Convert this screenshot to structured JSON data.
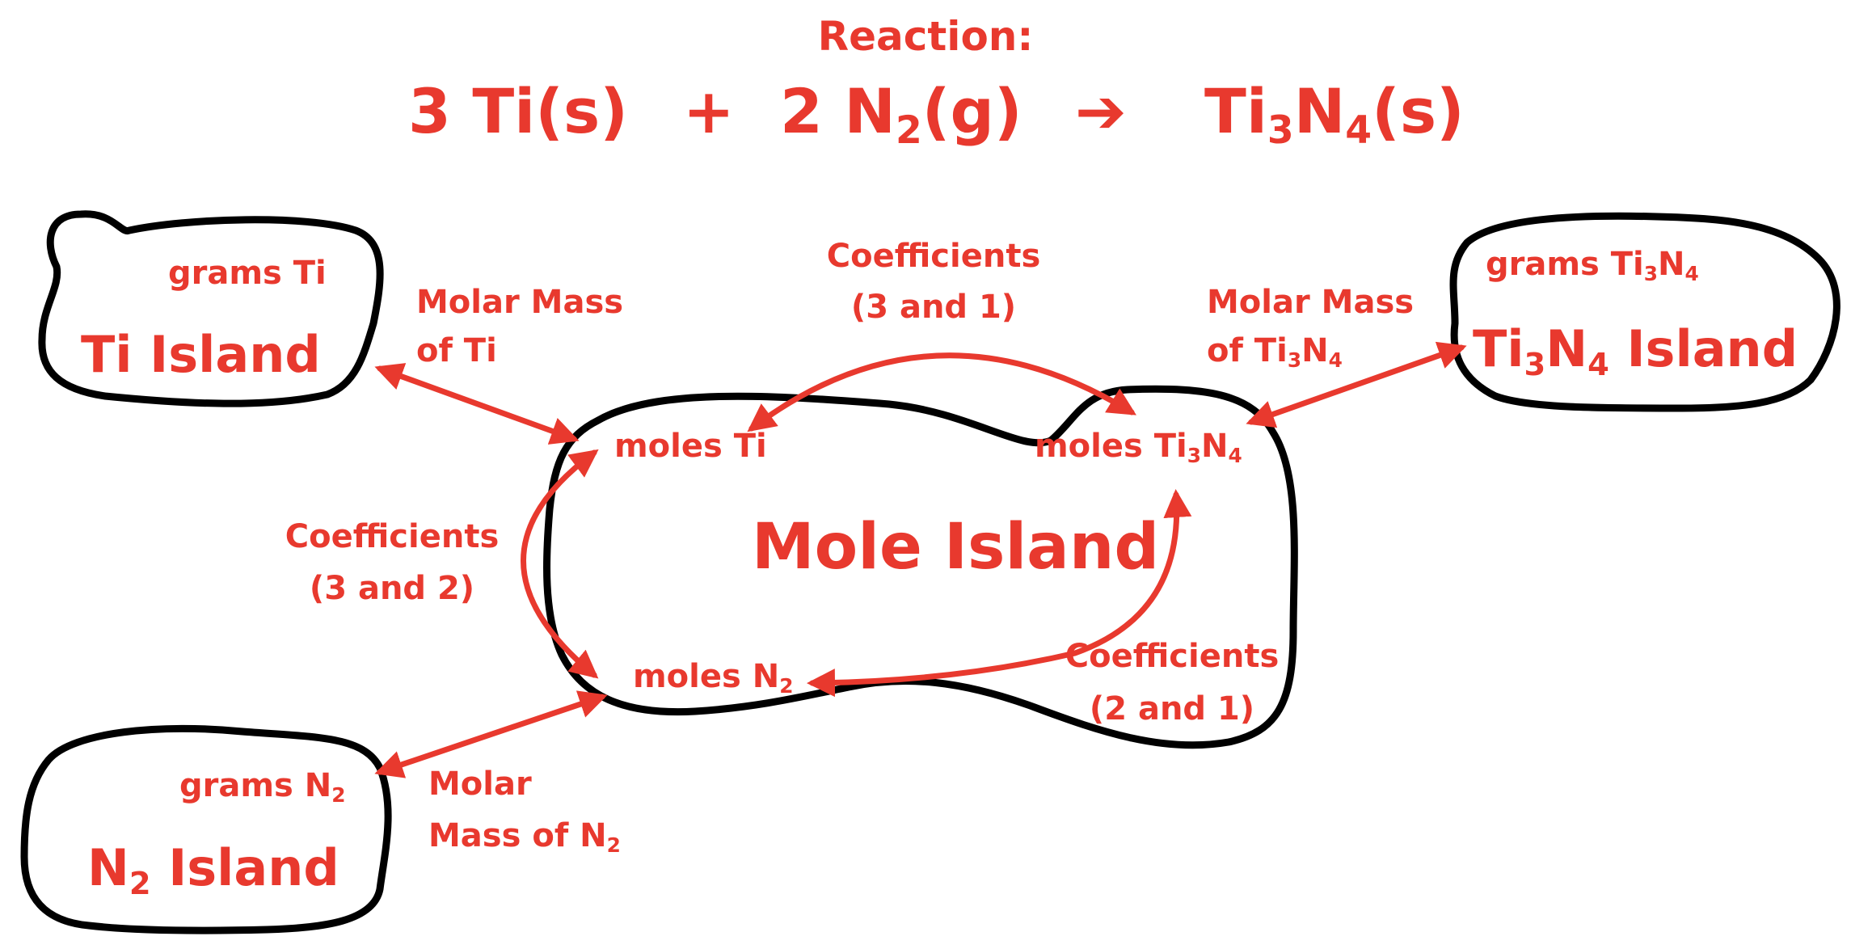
{
  "reaction": {
    "title": "Reaction:",
    "term1": "3 Ti(s)",
    "plus": "+",
    "term2_pre": "2 N",
    "term2_sub": "2",
    "term2_post": "(g)",
    "arrow": "➔",
    "product_a": "Ti",
    "product_sub1": "3",
    "product_b": "N",
    "product_sub2": "4",
    "product_c": "(s)"
  },
  "islands": {
    "ti": {
      "title": "Ti Island",
      "grams": "grams Ti"
    },
    "ti3n4": {
      "title_a": "Ti",
      "sub1": "3",
      "title_b": "N",
      "sub2": "4",
      "title_c": " Island",
      "grams_a": "grams Ti",
      "grams_sub1": "3",
      "grams_b": "N",
      "grams_sub2": "4"
    },
    "n2": {
      "title_a": "N",
      "sub": "2",
      "title_b": " Island",
      "grams_a": "grams N",
      "grams_sub": "2"
    },
    "mole": {
      "title": "Mole Island",
      "moles_ti": "moles Ti",
      "moles_ti3n4_a": "moles Ti",
      "moles_ti3n4_sub1": "3",
      "moles_ti3n4_b": "N",
      "moles_ti3n4_sub2": "4",
      "moles_n2_a": "moles N",
      "moles_n2_sub": "2"
    }
  },
  "labels": {
    "molar_ti_l1": "Molar Mass",
    "molar_ti_l2": "of Ti",
    "molar_ti3n4_l1": "Molar Mass",
    "molar_ti3n4_l2_a": "of Ti",
    "molar_ti3n4_l2_sub1": "3",
    "molar_ti3n4_l2_b": "N",
    "molar_ti3n4_l2_sub2": "4",
    "molar_n2_l1": "Molar",
    "molar_n2_l2_a": "Mass of N",
    "molar_n2_l2_sub": "2",
    "coef_top_l1": "Coefficients",
    "coef_top_l2": "(3 and 1)",
    "coef_left_l1": "Coefficients",
    "coef_left_l2": "(3 and 2)",
    "coef_right_l1": "Coefficients",
    "coef_right_l2": "(2 and 1)"
  },
  "colors": {
    "accent": "#e8392e",
    "outline": "#000000",
    "background": "#ffffff"
  }
}
